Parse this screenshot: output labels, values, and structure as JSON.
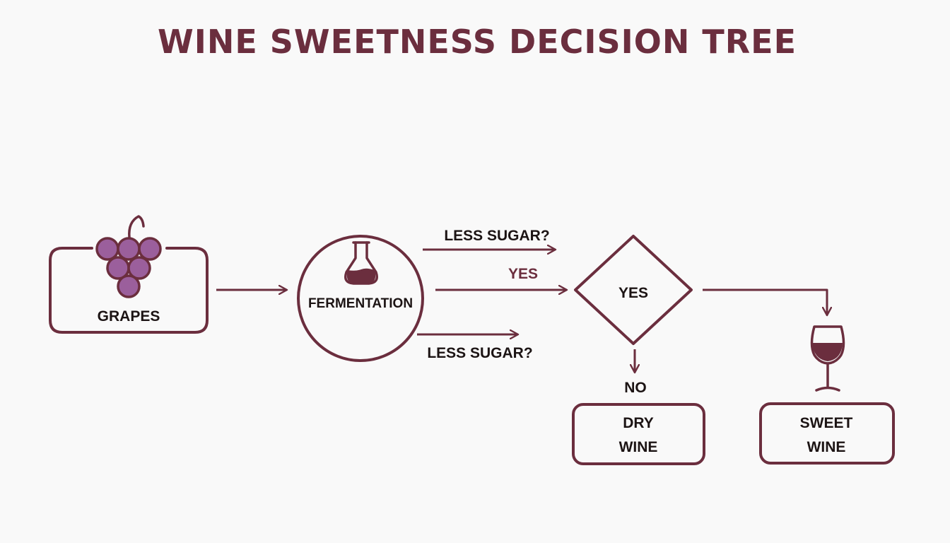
{
  "title": "WINE SWEETNESS DECISION TREE",
  "colors": {
    "accent": "#6b2e3e",
    "grape": "#9b5f9c",
    "wine": "#6b2e3e",
    "text": "#1c1414",
    "background": "#f9f9f9"
  },
  "nodes": {
    "grapes": {
      "label": "GRAPES",
      "icon": "grapes-icon"
    },
    "fermentation": {
      "label": "FERMENTATION",
      "icon": "flask-icon"
    },
    "decision": {
      "label": "YES"
    },
    "dry_wine": {
      "line1": "DRY",
      "line2": "WINE"
    },
    "sweet_wine": {
      "line1": "SWEET",
      "line2": "WINE",
      "icon": "wine-glass-icon"
    }
  },
  "edges": {
    "upper_label": "LESS SUGAR?",
    "middle_label": "YES",
    "lower_label": "LESS SUGAR?",
    "no_label": "NO"
  }
}
